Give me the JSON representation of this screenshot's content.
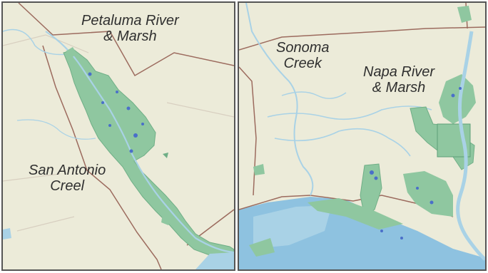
{
  "panels": [
    {
      "labels": {
        "petaluma": [
          "Petaluma River",
          "& Marsh"
        ],
        "san_antonio": [
          "San Antonio",
          "Creel"
        ]
      }
    },
    {
      "labels": {
        "sonoma": [
          "Sonoma",
          "Creek"
        ],
        "napa": [
          "Napa River",
          "& Marsh"
        ]
      }
    }
  ],
  "colors": {
    "land": "#ecebd9",
    "marsh": "#8fc7a0",
    "marsh_edge": "#6fae86",
    "water": "#a9d2e6",
    "pond": "#4a6fc9",
    "bay": "#8ec2e0",
    "boundary": "#9c6b5e",
    "road": "#d8cfc0",
    "frame": "#555555"
  }
}
